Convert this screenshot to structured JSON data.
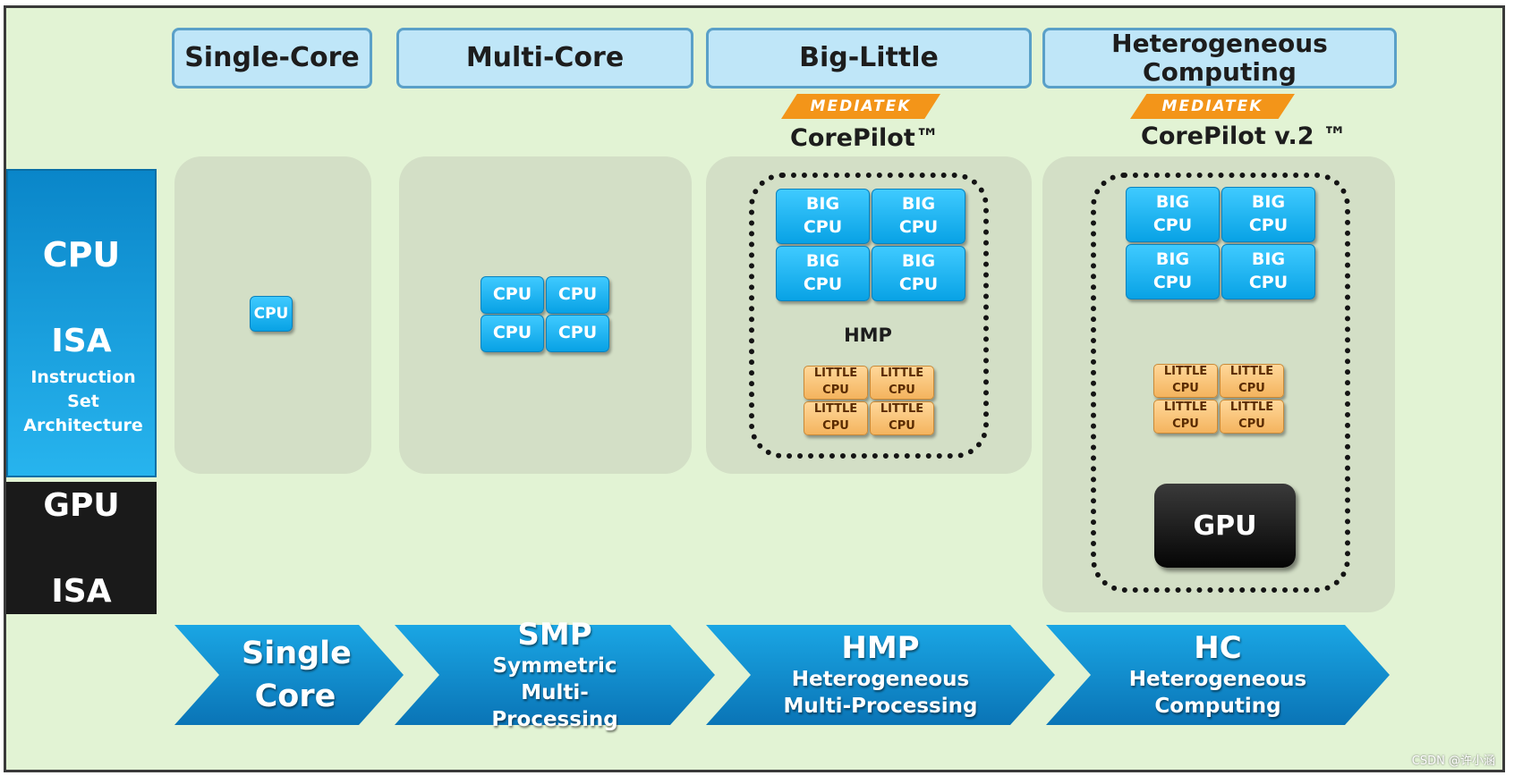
{
  "headers": [
    "Single-Core",
    "Multi-Core",
    "Big-Little",
    "Heterogeneous Computing"
  ],
  "left_labels": {
    "cpu": "CPU",
    "cpu_isa": "ISA",
    "cpu_isa_full": "Instruction Set Architecture",
    "gpu": "GPU",
    "gpu_isa": "ISA"
  },
  "single_core": {
    "cpu": "CPU"
  },
  "multi_core": {
    "cpus": [
      "CPU",
      "CPU",
      "CPU",
      "CPU"
    ]
  },
  "big_little": {
    "logo": "MEDIATEK",
    "brand": "CorePilot™",
    "big_cpus": [
      "BIG\nCPU",
      "BIG\nCPU",
      "BIG\nCPU",
      "BIG\nCPU"
    ],
    "mode_label": "HMP",
    "little_cpus": [
      "LITTLE\nCPU",
      "LITTLE\nCPU",
      "LITTLE\nCPU",
      "LITTLE\nCPU"
    ]
  },
  "heterogeneous": {
    "logo": "MEDIATEK",
    "brand": "CorePilot v.2 ™",
    "big_cpus": [
      "BIG\nCPU",
      "BIG\nCPU",
      "BIG\nCPU",
      "BIG\nCPU"
    ],
    "little_cpus": [
      "LITTLE\nCPU",
      "LITTLE\nCPU",
      "LITTLE\nCPU",
      "LITTLE\nCPU"
    ],
    "gpu": "GPU"
  },
  "arrows": [
    {
      "title": "Single Core",
      "subtitle": ""
    },
    {
      "title": "SMP",
      "subtitle": "Symmetric Multi-Processing"
    },
    {
      "title": "HMP",
      "subtitle": "Heterogeneous Multi-Processing"
    },
    {
      "title": "HC",
      "subtitle": "Heterogeneous Computing"
    }
  ],
  "watermark": "CSDN @许小涵",
  "colors": {
    "background": "#e2f3d4",
    "cpu_blue": "#1ab4f0",
    "little_orange": "#f6bf72",
    "mediatek_orange": "#f39519",
    "panel": "#d3dfc6"
  }
}
